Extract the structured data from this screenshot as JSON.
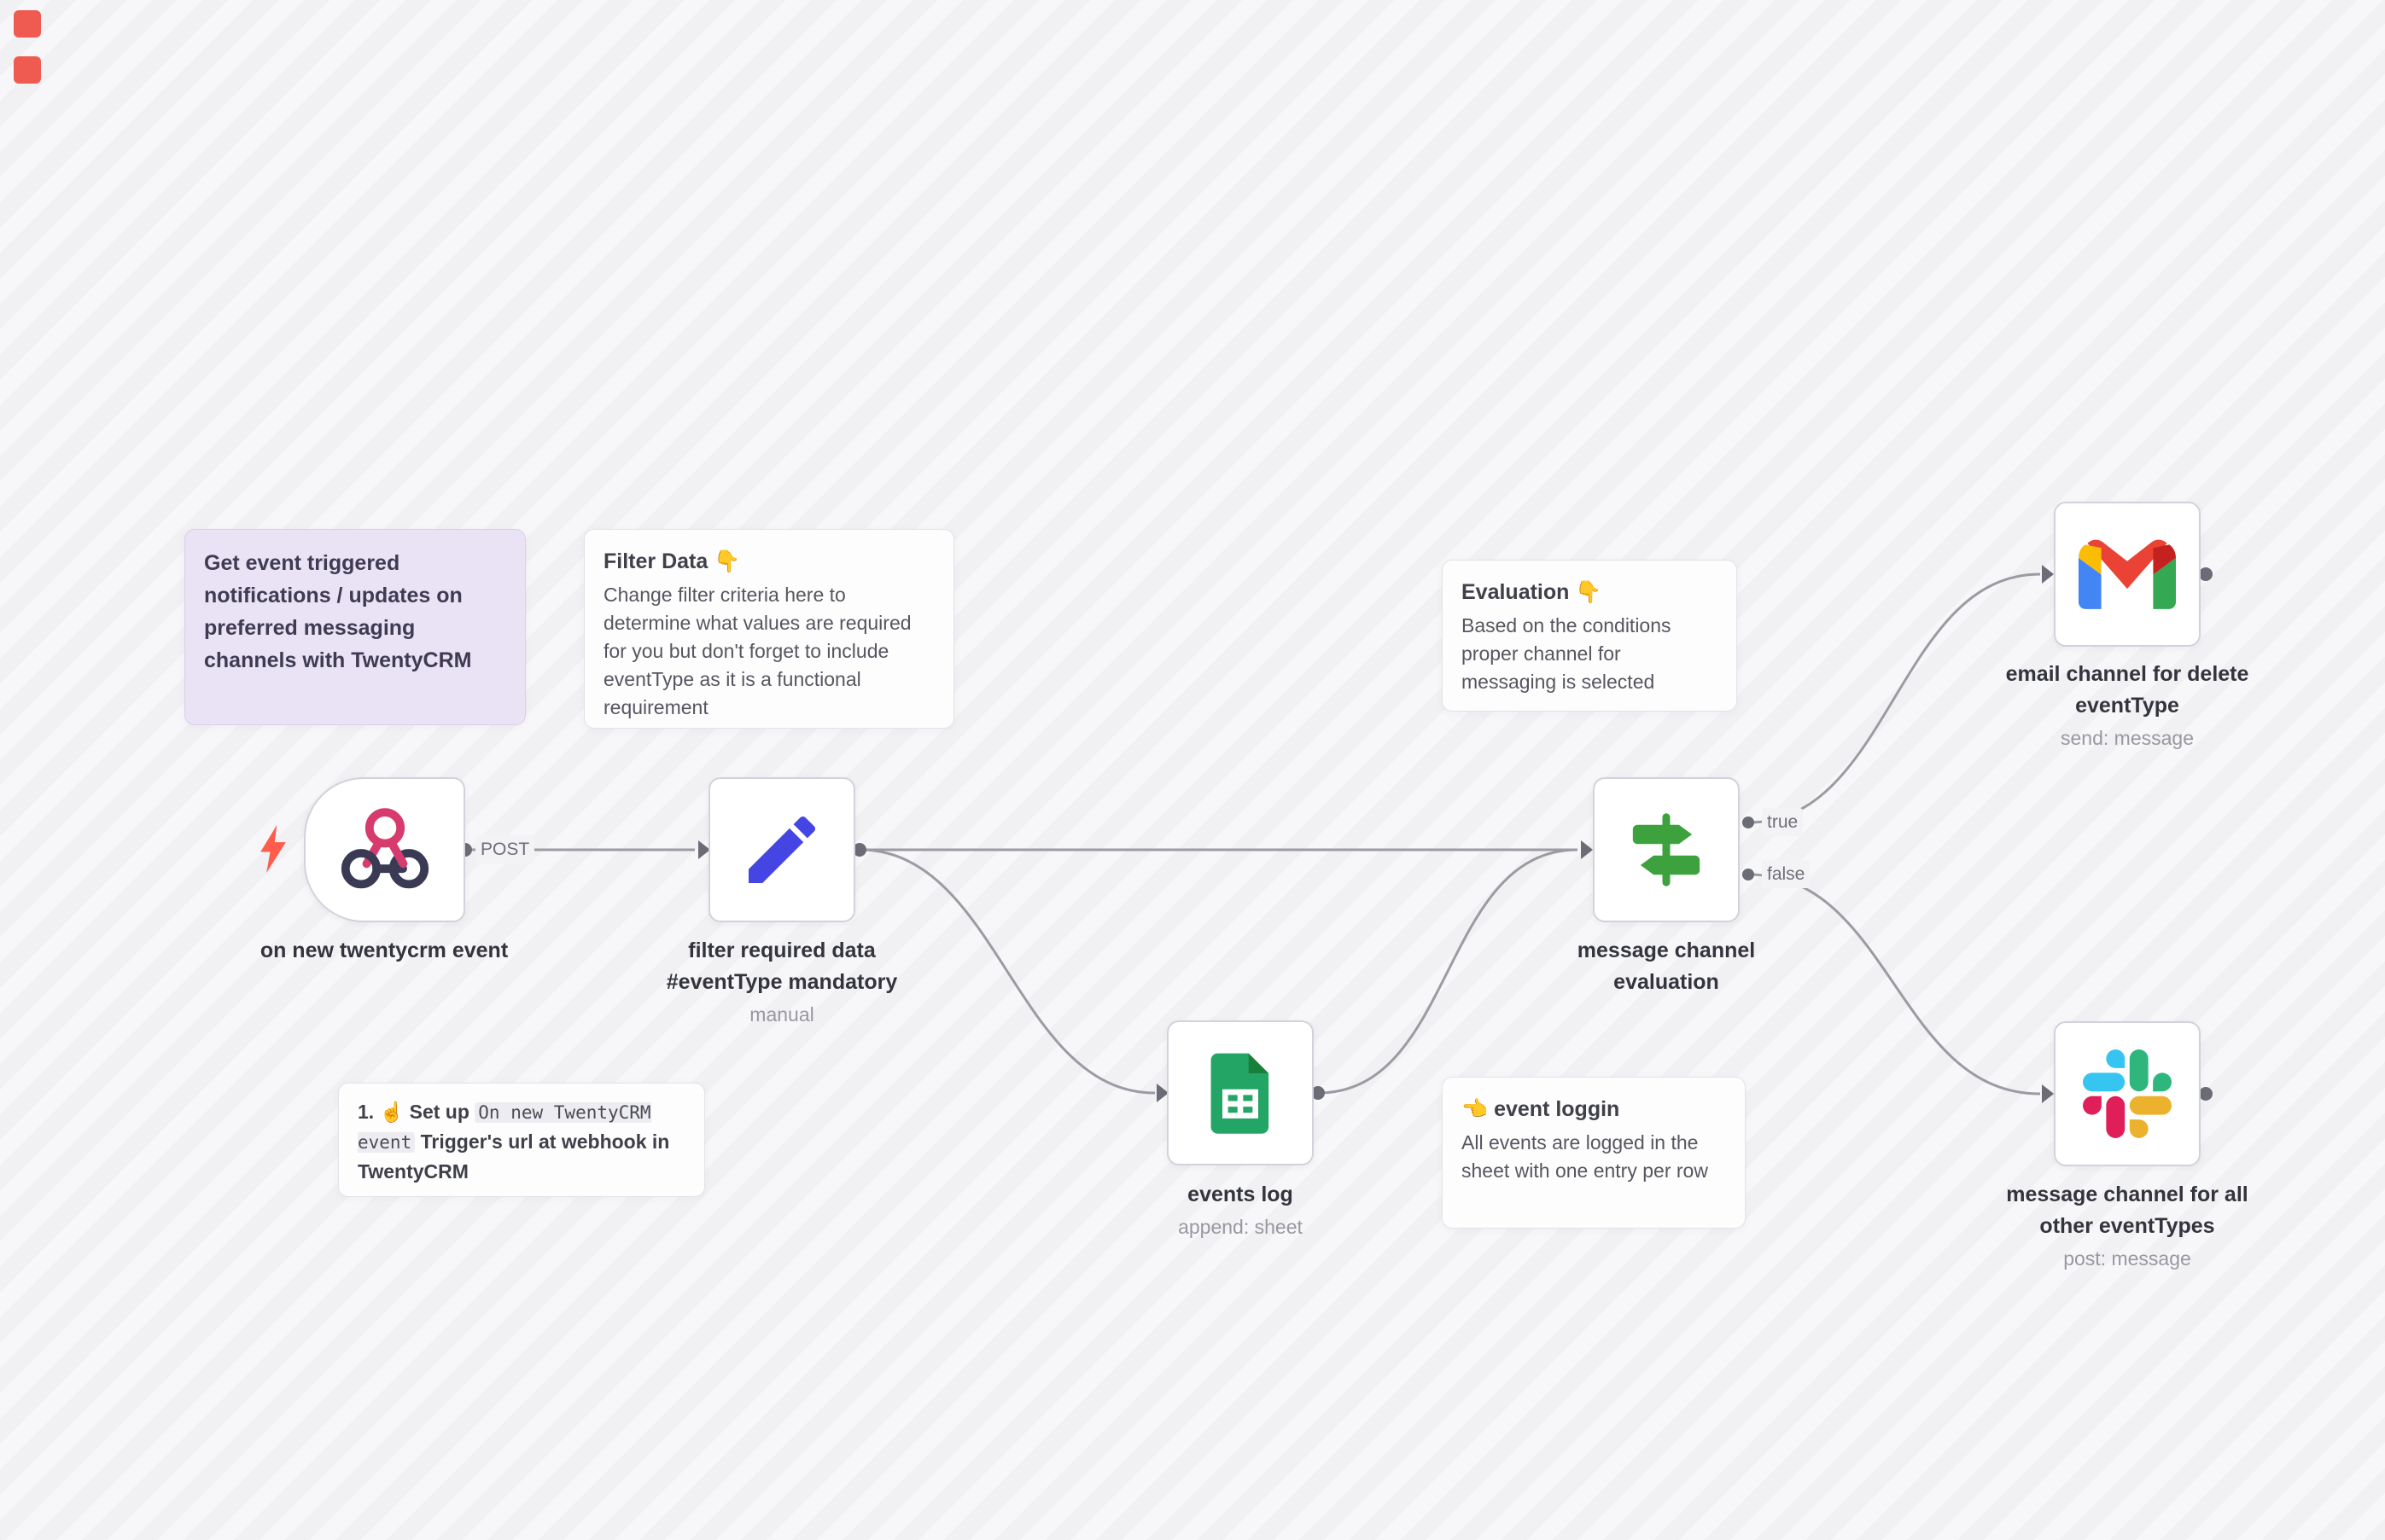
{
  "workflow": {
    "stickies": {
      "overview": {
        "text": "Get event triggered notifications / updates on preferred messaging channels with TwentyCRM"
      },
      "filter_data": {
        "title": "Filter Data 👇",
        "body": "Change filter criteria here to determine what values are required for you but don't forget to include eventType as it is a functional requirement"
      },
      "setup": {
        "segments": [
          {
            "text": "1. ☝️ Set up ",
            "code": false
          },
          {
            "text": "On new TwentyCRM event",
            "code": true
          },
          {
            "text": " Trigger's url at webhook in TwentyCRM",
            "code": false
          }
        ]
      },
      "evaluation": {
        "title": "Evaluation 👇",
        "body": "Based on the conditions proper channel for messaging is selected"
      },
      "event_logging": {
        "title": "👈 event loggin",
        "body": "All events are logged in the sheet with one entry per row"
      }
    },
    "nodes": {
      "webhook": {
        "label": "on new twentycrm event",
        "method": "POST"
      },
      "filter": {
        "label": "filter required data #eventType mandatory",
        "sublabel": "manual"
      },
      "events_log": {
        "label": "events log",
        "sublabel": "append: sheet"
      },
      "switch": {
        "label": "message channel evaluation",
        "true_label": "true",
        "false_label": "false"
      },
      "gmail": {
        "label": "email channel for delete eventType",
        "sublabel": "send: message"
      },
      "slack": {
        "label": "message channel for all other eventTypes",
        "sublabel": "post: message"
      }
    },
    "colors": {
      "bolt_red": "#ff5c4c",
      "webhook_pink": "#d73a6c",
      "webhook_navy": "#3a3a55",
      "pencil_blue": "#4545e4",
      "sheets_green": "#23a566",
      "sheets_fold": "#188038",
      "switch_green": "#3da23d",
      "gmail_blue": "#4285f4",
      "gmail_green": "#34a853",
      "gmail_red": "#ea4335",
      "gmail_yellow": "#fbbc04",
      "gmail_darkred": "#c5221f",
      "slack_blue": "#36c5f0",
      "slack_green": "#2eb67d",
      "slack_yellow": "#ecb22e",
      "slack_pink": "#e01e5a",
      "sticky_purple_bg": "#e9e3f5",
      "edge_gray": "#9b9ba3",
      "marker_red": "#ef5b51"
    }
  }
}
